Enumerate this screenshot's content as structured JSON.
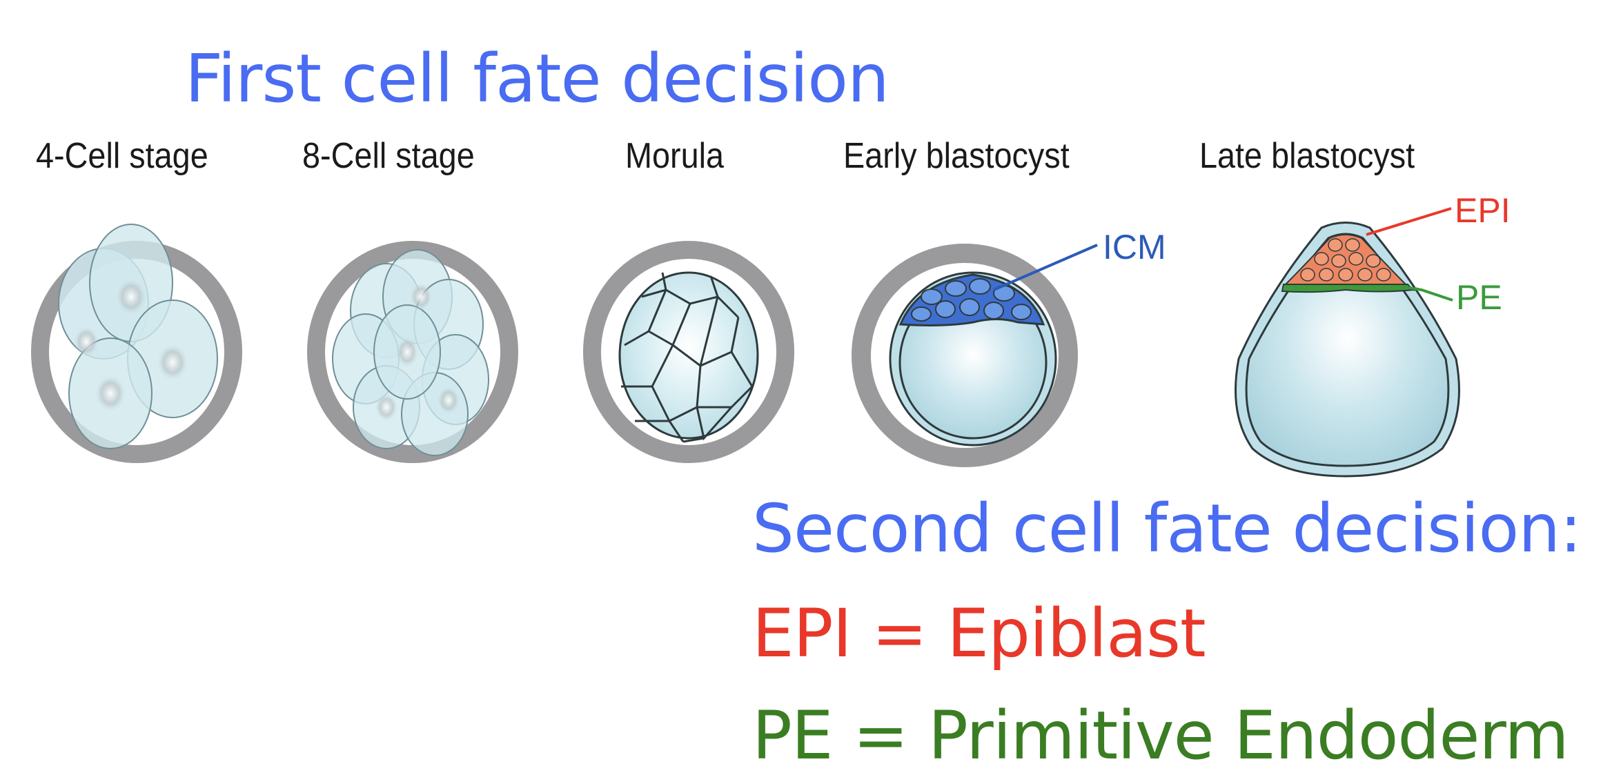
{
  "headings": {
    "first": "First cell fate decision",
    "second": "Second cell fate decision:"
  },
  "definitions": {
    "epi": "EPI = Epiblast",
    "pe": "PE = Primitive Endoderm"
  },
  "stages": [
    {
      "label": "4-Cell stage"
    },
    {
      "label": "8-Cell stage"
    },
    {
      "label": "Morula"
    },
    {
      "label": "Early blastocyst"
    },
    {
      "label": "Late blastocyst"
    }
  ],
  "callouts": {
    "icm": "ICM",
    "epi": "EPI",
    "pe": "PE"
  },
  "colors": {
    "heading_blue": "#4a6cf2",
    "epi_red": "#e8382a",
    "pe_green": "#3a7d22",
    "icm_blue": "#2a5bb8",
    "zona_gray": "#9a9a9c",
    "cell_fill": "#cfe8ee"
  }
}
